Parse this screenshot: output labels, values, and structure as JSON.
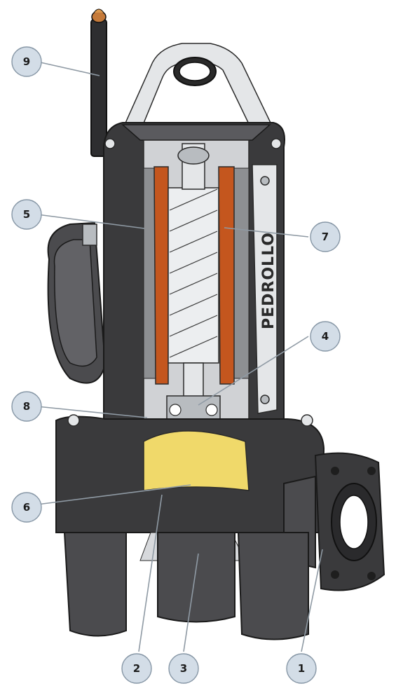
{
  "brand_text": "PEDROLLO",
  "callouts": [
    {
      "id": "1",
      "label": "1"
    },
    {
      "id": "2",
      "label": "2"
    },
    {
      "id": "3",
      "label": "3"
    },
    {
      "id": "4",
      "label": "4"
    },
    {
      "id": "5",
      "label": "5"
    },
    {
      "id": "6",
      "label": "6"
    },
    {
      "id": "7",
      "label": "7"
    },
    {
      "id": "8",
      "label": "8"
    },
    {
      "id": "9",
      "label": "9"
    }
  ]
}
